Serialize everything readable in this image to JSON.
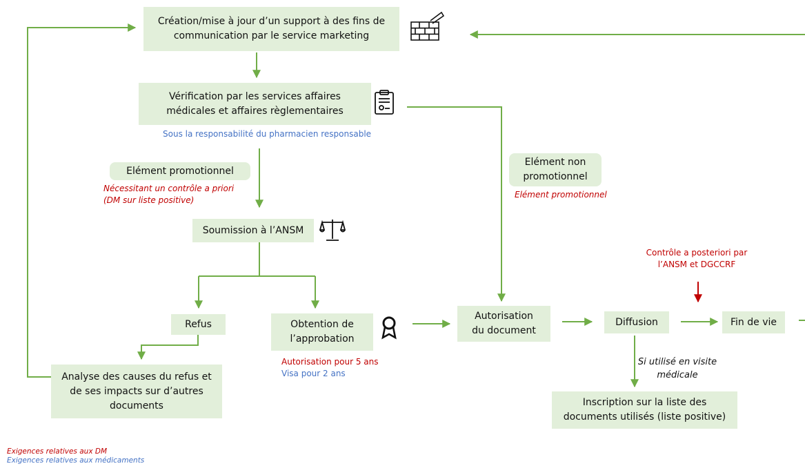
{
  "nodes": {
    "creation": "Création/mise à jour d’un support à des fins de communication par le service marketing",
    "verification": "Vérification par les services affaires médicales et affaires règlementaires",
    "element_promo": "Elément promotionnel",
    "soumission": "Soumission à l’ANSM",
    "refus": "Refus",
    "approbation": "Obtention de l’approbation",
    "analyse": "Analyse des causes du refus et de ses impacts sur d’autres documents",
    "element_non_promo": "Elément non promotionnel",
    "autorisation": "Autorisation du document",
    "diffusion": "Diffusion",
    "fin_de_vie": "Fin de vie",
    "inscription": "Inscription sur la liste des documents utilisés (liste positive)"
  },
  "notes": {
    "responsabilite": "Sous la responsabilité du pharmacien responsable",
    "controle_priori_1": "Nécessitant un contrôle a priori",
    "controle_priori_2": "(DM sur liste positive)",
    "element_promotionnel_red": "Elément promotionnel",
    "controle_posteriori_1": "Contrôle a posteriori par",
    "controle_posteriori_2": "l’ANSM et DGCCRF",
    "autorisation_5ans": "Autorisation pour 5 ans",
    "visa_2ans": "Visa pour 2 ans",
    "visite_1": "Si utilisé en visite",
    "visite_2": "médicale"
  },
  "legend": {
    "dm": "Exigences relatives aux DM",
    "medicaments": "Exigences relatives aux médicaments"
  },
  "icons": [
    "brick-wall-icon",
    "clipboard-icon",
    "scales-icon",
    "award-ribbon-icon"
  ],
  "colors": {
    "box_fill": "#e2efda",
    "arrow": "#70ad47",
    "red": "#c00000",
    "blue": "#4472c4"
  }
}
